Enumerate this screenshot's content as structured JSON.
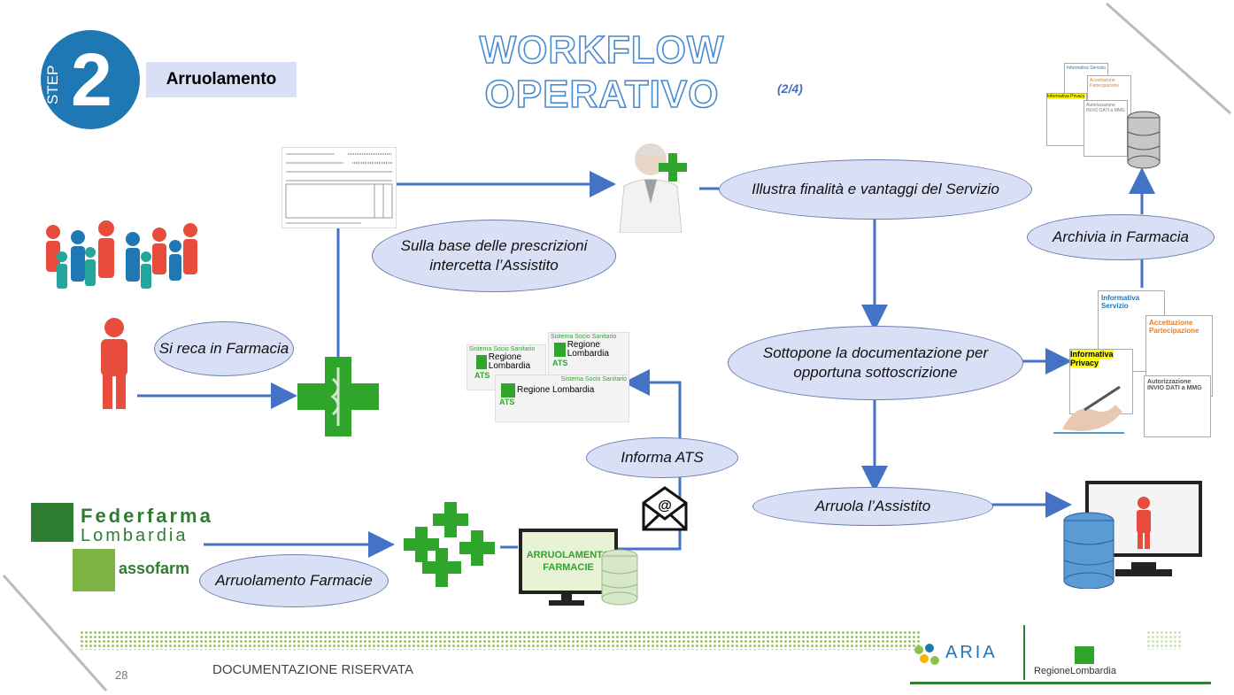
{
  "step": {
    "word": "STEP",
    "number": "2",
    "title": "Arruolamento"
  },
  "title": "WORKFLOW OPERATIVO",
  "page_indicator": "(2/4)",
  "nodes": {
    "si_reca": "Si reca in Farmacia",
    "sulla_base": "Sulla base delle prescrizioni intercetta l’Assistito",
    "illustra": "Illustra finalità e vantaggi del Servizio",
    "sottopone": "Sottopone la documentazione per opportuna sottoscrizione",
    "arruola": "Arruola l’Assistito",
    "archivia": "Archivia in Farmacia",
    "informa_ats": "Informa ATS",
    "arruolamento_farmacie": "Arruolamento Farmacie"
  },
  "monitor_label": "ARRUOLAMENTO FARMACIE",
  "ats_logo": {
    "system": "Sistema Socio Sanitario",
    "region": "Regione Lombardia",
    "ats": "ATS"
  },
  "documents": {
    "servizio": "Informativa Servizio",
    "partecipazione": "Accettazione Partecipazione",
    "privacy": "Informativa Privacy",
    "autorizzazione": "Autorizzazione INVIO DATI a MMG"
  },
  "logos": {
    "federfarma_1": "Federfarma",
    "federfarma_2": "Lombardia",
    "assofarm": "assofarm",
    "aria": "ARIA",
    "regione": "RegioneLombardia"
  },
  "email_at": "@",
  "footer": {
    "confidential": "DOCUMENTAZIONE RISERVATA",
    "page": "28"
  },
  "colors": {
    "accent": "#1f78b4",
    "arrow": "#4472c4",
    "cross": "#2fa52c",
    "person": "#e74c3c",
    "ellipse_fill": "#d9dff4"
  }
}
